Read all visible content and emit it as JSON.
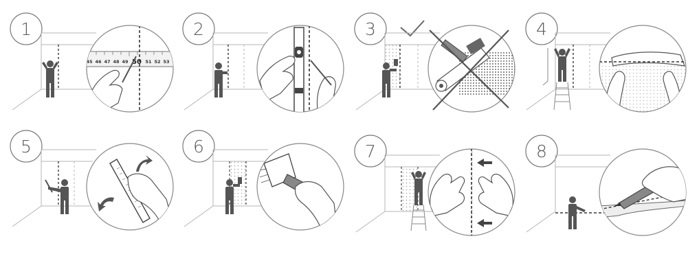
{
  "steps": [
    {
      "number": "1"
    },
    {
      "number": "2"
    },
    {
      "number": "3"
    },
    {
      "number": "4"
    },
    {
      "number": "5"
    },
    {
      "number": "6"
    },
    {
      "number": "7"
    },
    {
      "number": "8"
    }
  ],
  "ruler": {
    "labels": [
      "45",
      "46",
      "47",
      "48",
      "49",
      "50",
      "51",
      "52",
      "53"
    ],
    "highlight": "50"
  },
  "colors": {
    "line": "#9a9a9a",
    "dark": "#444444",
    "figure": "#555555",
    "accent": "#ffffff"
  },
  "icons": [
    "check-icon",
    "cross-out-icon",
    "arrow-left-icon",
    "curved-arrow-icon"
  ]
}
